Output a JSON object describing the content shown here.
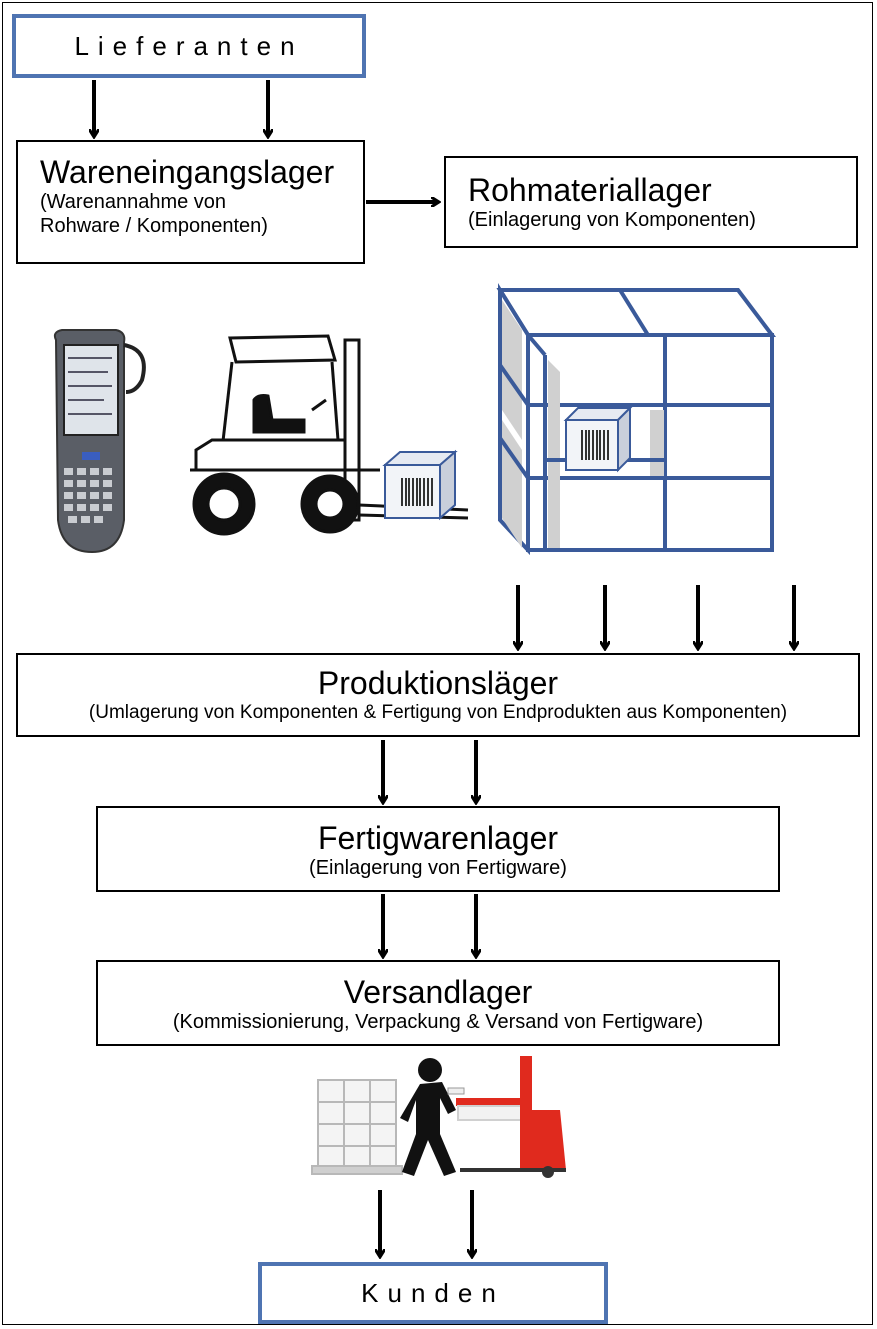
{
  "lieferanten": "Lieferanten",
  "wareneingang": {
    "title": "Wareneingangslager",
    "sub1": "(Warenannahme von",
    "sub2": "Rohware / Komponenten)"
  },
  "rohmaterial": {
    "title": "Rohmateriallager",
    "sub": "(Einlagerung von Komponenten)"
  },
  "produktion": {
    "title": "Produktionsläger",
    "sub": "(Umlagerung von Komponenten & Fertigung von Endprodukten aus Komponenten)"
  },
  "fertigwaren": {
    "title": "Fertigwarenlager",
    "sub": "(Einlagerung von Fertigware)"
  },
  "versand": {
    "title": "Versandlager",
    "sub": "(Kommissionierung, Verpackung & Versand von Fertigware)"
  },
  "kunden": "Kunden",
  "colors": {
    "box_blue": "#4f74b2",
    "shelf_blue": "#3a5a9a",
    "forklift_red": "#e02a1e"
  },
  "icons": [
    "handheld-scanner-icon",
    "forklift-icon",
    "warehouse-rack-icon",
    "barcode-icon",
    "worker-with-pallet-truck-icon"
  ]
}
